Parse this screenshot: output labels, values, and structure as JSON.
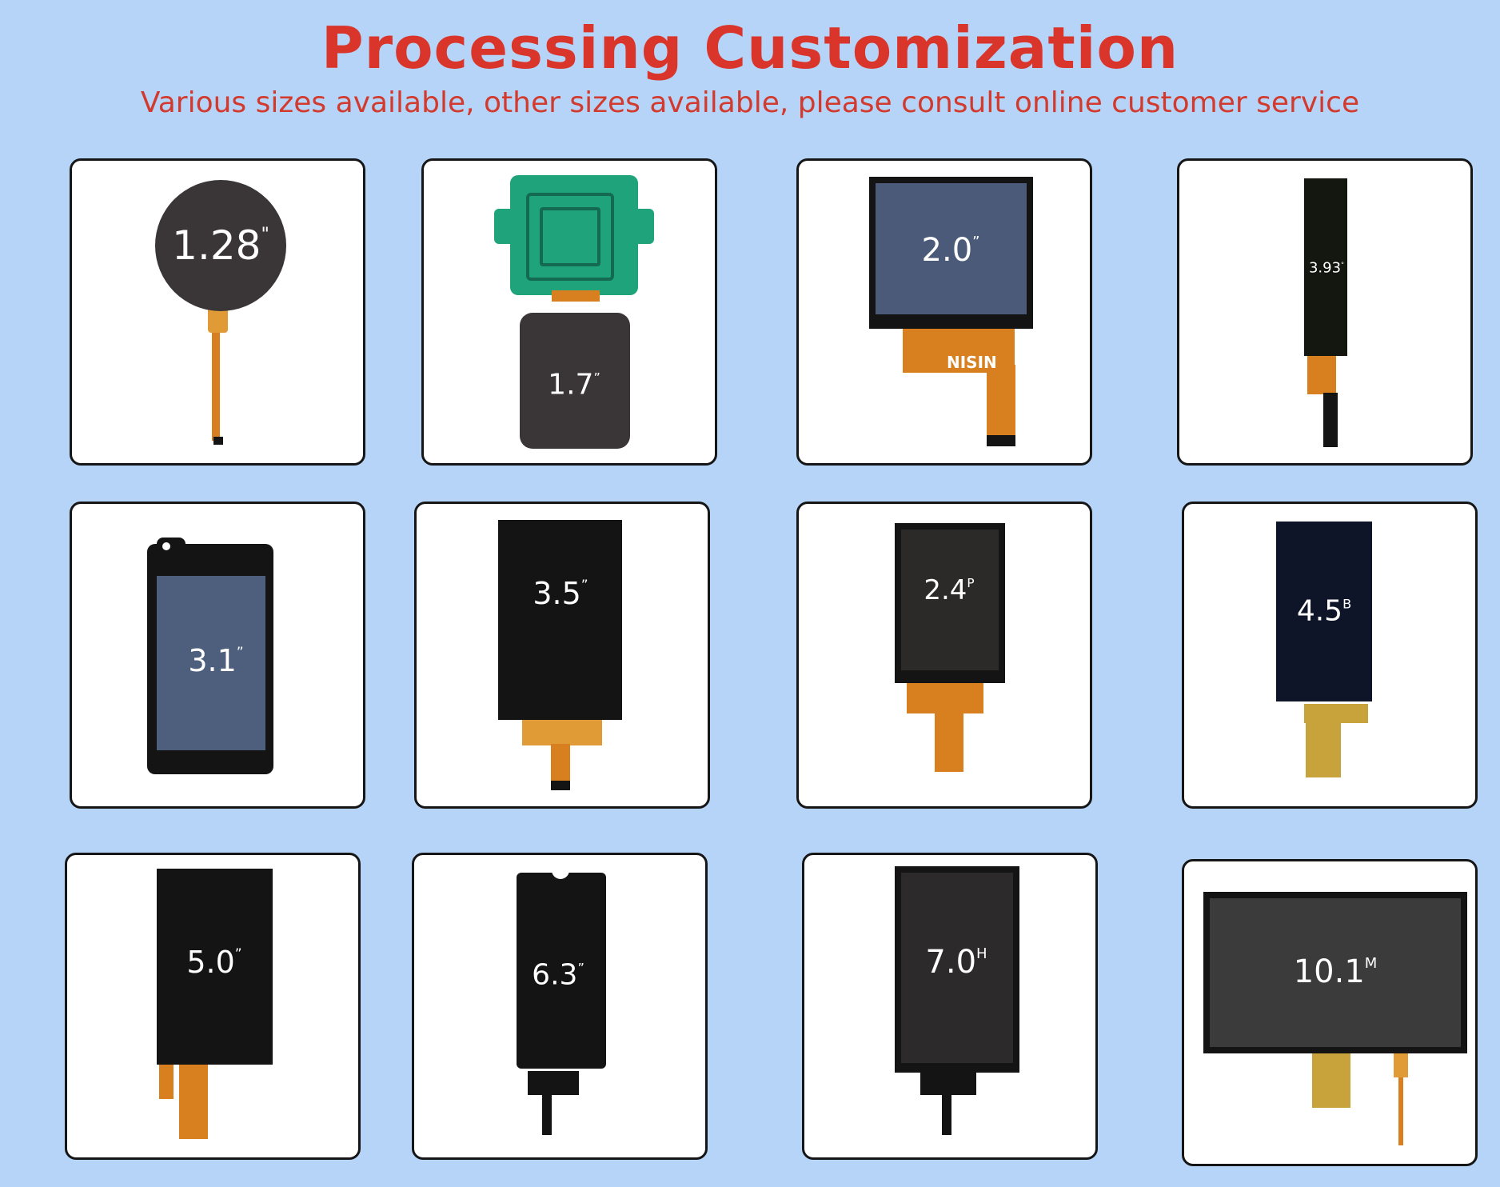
{
  "header": {
    "title": "Processing Customization",
    "subtitle": "Various sizes available, other sizes available, please consult online customer service"
  },
  "products": [
    {
      "size": "1.28",
      "mark": "\""
    },
    {
      "size": "1.7",
      "mark": "”"
    },
    {
      "size": "2.0",
      "mark": "”"
    },
    {
      "size": "3.93",
      "mark": "°"
    },
    {
      "size": "3.1",
      "mark": "”"
    },
    {
      "size": "3.5",
      "mark": "”"
    },
    {
      "size": "2.4",
      "mark": "P"
    },
    {
      "size": "4.5",
      "mark": "B"
    },
    {
      "size": "5.0",
      "mark": "”"
    },
    {
      "size": "6.3",
      "mark": "”"
    },
    {
      "size": "7.0",
      "mark": "H"
    },
    {
      "size": "10.1",
      "mark": "M"
    }
  ],
  "brand_text": "NISIN",
  "colors": {
    "background": "#b5d4f7",
    "title": "#d9352b",
    "fpc": "#d8801f"
  }
}
